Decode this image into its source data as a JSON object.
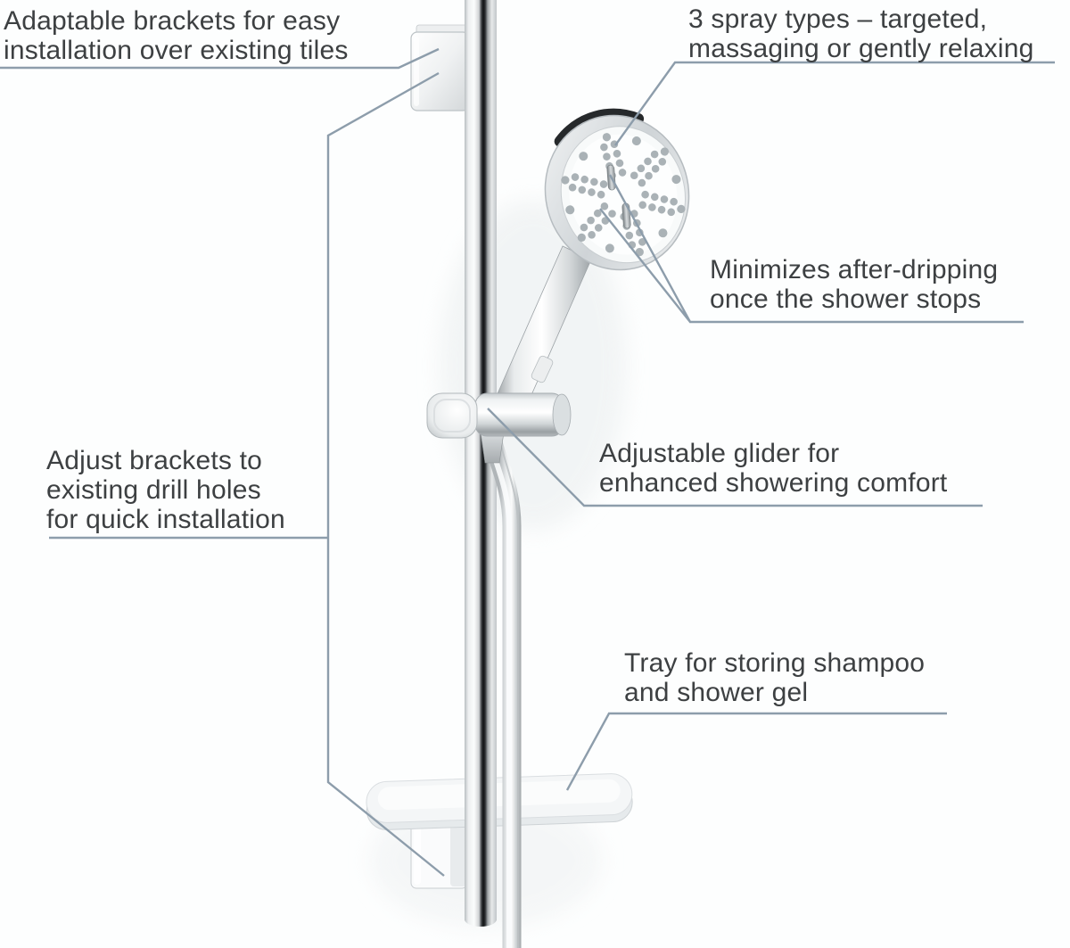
{
  "diagram": {
    "subject": "shower rail set with hand shower, glider, brackets and tray",
    "labels": {
      "adaptable_brackets": "Adaptable brackets for easy\ninstallation over existing tiles",
      "spray_types": "3 spray types – targeted,\nmassaging or gently relaxing",
      "after_dripping": "Minimizes after-dripping\nonce the shower stops",
      "adjust_brackets": "Adjust brackets to\nexisting drill holes\nfor quick installation",
      "glider": "Adjustable glider for\nenhanced showering comfort",
      "tray": "Tray for storing shampoo\nand shower gel"
    },
    "colors": {
      "text": "#3d4042",
      "leader_line": "#8d9dab",
      "background": "#fdfefe",
      "chrome_dark": "#26292b",
      "frosted_tray": "#f4f6f7"
    }
  }
}
